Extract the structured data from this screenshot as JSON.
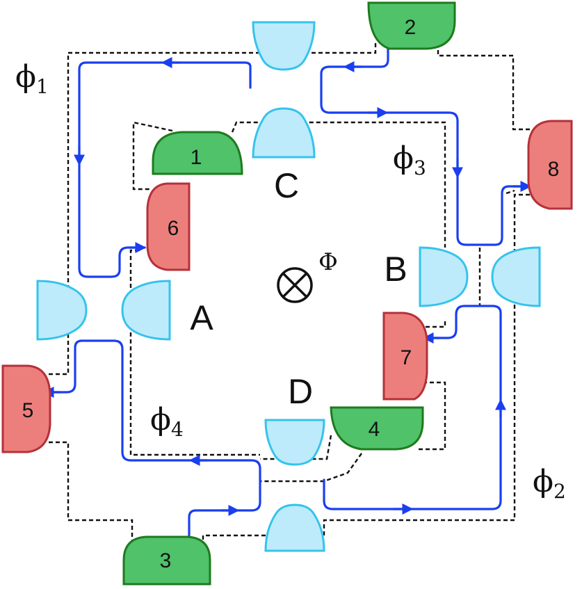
{
  "colors": {
    "edge_channel": "#1a3ff0",
    "qpc_fill": "#bdebfb",
    "qpc_stroke": "#35c3ec",
    "source_fill": "#4fc26a",
    "source_stroke": "#1f7a1f",
    "detector_fill": "#ec7f7c",
    "detector_stroke": "#b5303a",
    "gate_line": "#111111"
  },
  "contacts": [
    {
      "id": "1",
      "label": "1",
      "role": "source"
    },
    {
      "id": "2",
      "label": "2",
      "role": "source"
    },
    {
      "id": "3",
      "label": "3",
      "role": "source"
    },
    {
      "id": "4",
      "label": "4",
      "role": "source"
    },
    {
      "id": "5",
      "label": "5",
      "role": "detector"
    },
    {
      "id": "6",
      "label": "6",
      "role": "detector"
    },
    {
      "id": "7",
      "label": "7",
      "role": "detector"
    },
    {
      "id": "8",
      "label": "8",
      "role": "detector"
    }
  ],
  "qpcs": [
    {
      "id": "A",
      "label": "A"
    },
    {
      "id": "B",
      "label": "B"
    },
    {
      "id": "C",
      "label": "C"
    },
    {
      "id": "D",
      "label": "D"
    }
  ],
  "phases": [
    {
      "id": "phi1",
      "symbol": "ϕ",
      "subscript": "1"
    },
    {
      "id": "phi2",
      "symbol": "ϕ",
      "subscript": "2"
    },
    {
      "id": "phi3",
      "symbol": "ϕ",
      "subscript": "3"
    },
    {
      "id": "phi4",
      "symbol": "ϕ",
      "subscript": "4"
    }
  ],
  "flux": {
    "symbol": "⊗",
    "label": "Φ"
  }
}
